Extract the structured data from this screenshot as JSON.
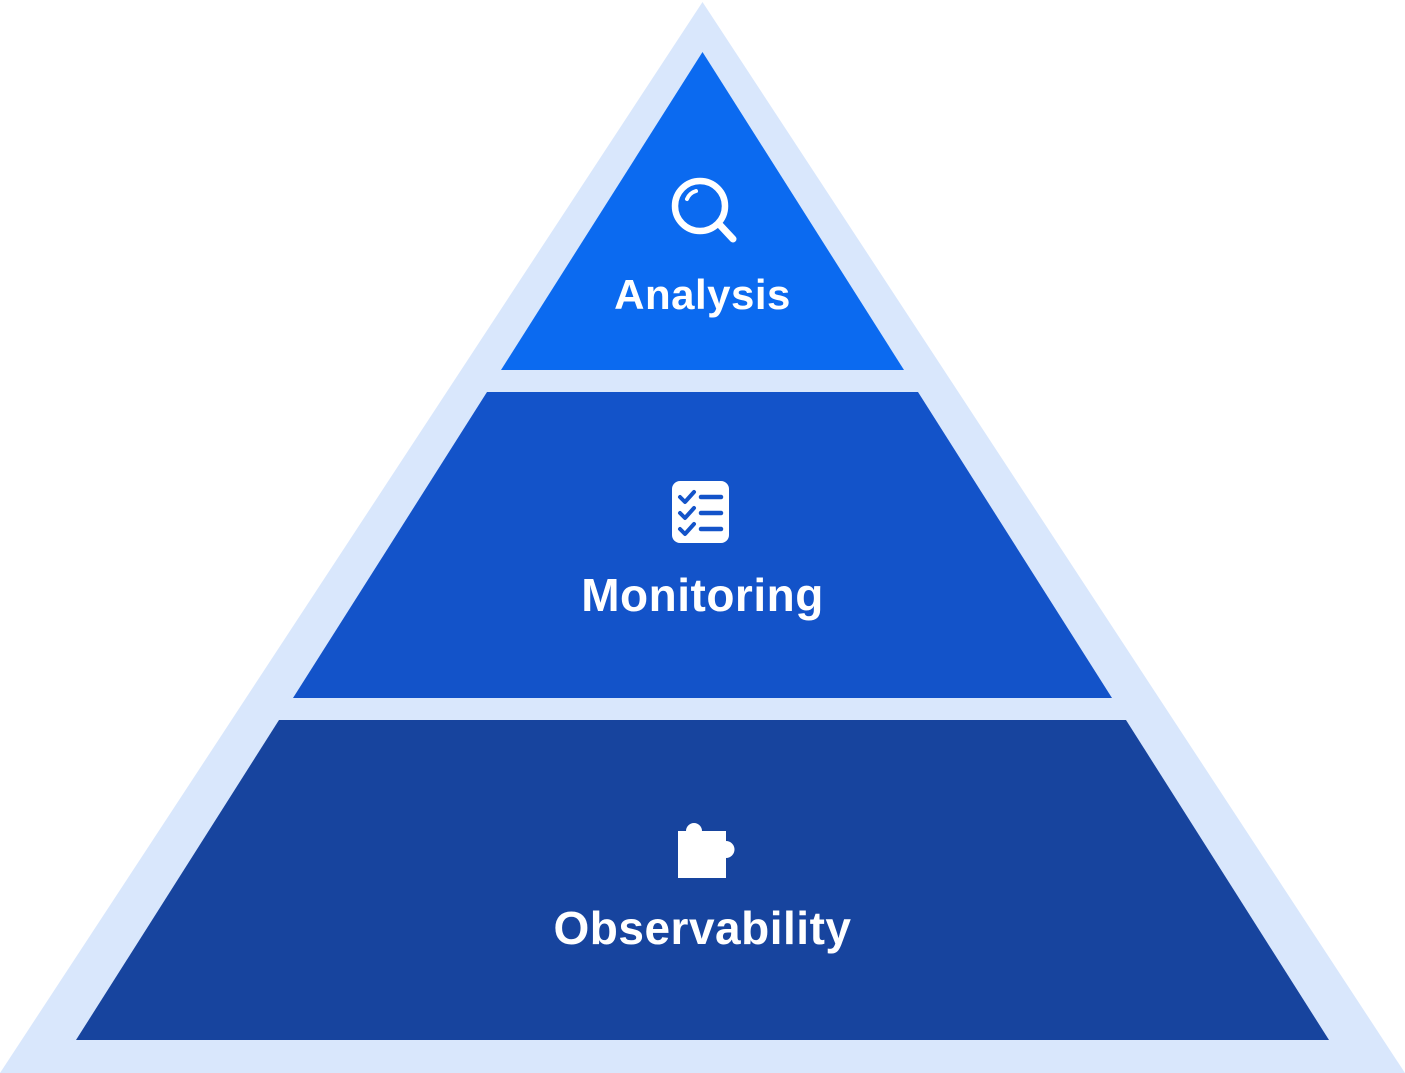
{
  "diagram": {
    "type": "pyramid",
    "tiers": [
      {
        "id": "analysis",
        "label": "Analysis",
        "icon": "magnifier-icon",
        "color": "#0b6af0"
      },
      {
        "id": "monitoring",
        "label": "Monitoring",
        "icon": "checklist-icon",
        "color": "#1353c9"
      },
      {
        "id": "observability",
        "label": "Observability",
        "icon": "puzzle-piece-icon",
        "color": "#17449e"
      }
    ],
    "colors": {
      "outer_triangle": "#d9e7fc",
      "page_background": "#ffffff",
      "label_text": "#ffffff",
      "icon_foreground": "#ffffff"
    }
  }
}
